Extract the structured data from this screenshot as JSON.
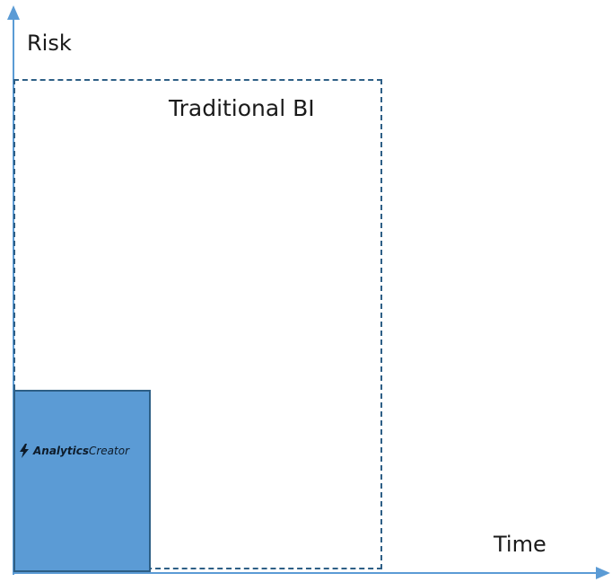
{
  "axes": {
    "y_label": "Risk",
    "x_label": "Time",
    "axis_color": "#5b9bd5"
  },
  "traditional_bi": {
    "label": "Traditional BI",
    "border_color": "#2e5f86"
  },
  "analytics_creator": {
    "logo_text_strong": "Analytics",
    "logo_text_light": "Creator",
    "fill_color": "#5b9bd5",
    "logo_icon": "lightning-bolt-icon"
  }
}
